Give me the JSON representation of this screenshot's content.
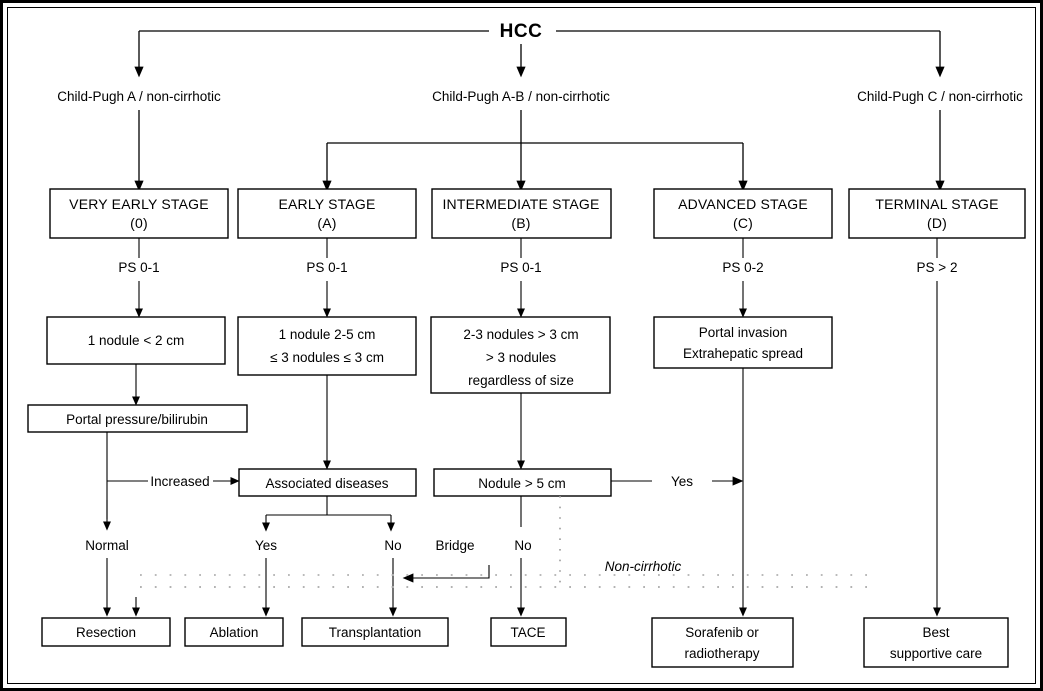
{
  "diagram": {
    "title": "HCC",
    "root_label": "HCC",
    "child_pugh": [
      {
        "id": "cp-a",
        "label": "Child-Pugh A / non-cirrhotic"
      },
      {
        "id": "cp-ab",
        "label": "Child-Pugh A-B / non-cirrhotic"
      },
      {
        "id": "cp-c",
        "label": "Child-Pugh C / non-cirrhotic"
      }
    ],
    "stages": [
      {
        "id": "stage-very-early",
        "name": "VERY EARLY STAGE",
        "code": "(0)",
        "ps": "PS 0-1"
      },
      {
        "id": "stage-early",
        "name": "EARLY STAGE",
        "code": "(A)",
        "ps": "PS 0-1"
      },
      {
        "id": "stage-intermediate",
        "name": "INTERMEDIATE STAGE",
        "code": "(B)",
        "ps": "PS 0-1"
      },
      {
        "id": "stage-advanced",
        "name": "ADVANCED STAGE",
        "code": "(C)",
        "ps": "PS 0-2"
      },
      {
        "id": "stage-terminal",
        "name": "TERMINAL STAGE",
        "code": "(D)",
        "ps": "PS > 2"
      }
    ],
    "tumor_boxes": [
      {
        "id": "tumor-very-early",
        "lines": [
          "1 nodule < 2 cm"
        ]
      },
      {
        "id": "tumor-early",
        "lines": [
          "1 nodule 2-5 cm",
          "≤ 3 nodules ≤ 3 cm"
        ]
      },
      {
        "id": "tumor-intermediate",
        "lines": [
          "2-3 nodules > 3 cm",
          "> 3 nodules",
          "regardless of size"
        ]
      },
      {
        "id": "tumor-advanced",
        "lines": [
          "Portal invasion",
          "Extrahepatic spread"
        ]
      }
    ],
    "decisions": [
      {
        "id": "decision-portal-pressure",
        "label": "Portal pressure/bilirubin"
      },
      {
        "id": "decision-associated-diseases",
        "label": "Associated diseases"
      },
      {
        "id": "decision-nodule-5cm",
        "label": "Nodule > 5 cm"
      }
    ],
    "edge_labels": [
      {
        "id": "label-increased",
        "text": "Increased"
      },
      {
        "id": "label-normal",
        "text": "Normal"
      },
      {
        "id": "label-yes-associated",
        "text": "Yes"
      },
      {
        "id": "label-no-associated",
        "text": "No"
      },
      {
        "id": "label-bridge",
        "text": "Bridge"
      },
      {
        "id": "label-no-nodule",
        "text": "No"
      },
      {
        "id": "label-yes-nodule",
        "text": "Yes"
      },
      {
        "id": "label-non-cirrhotic",
        "text": "Non-cirrhotic"
      }
    ],
    "treatments": [
      {
        "id": "treatment-resection",
        "lines": [
          "Resection"
        ]
      },
      {
        "id": "treatment-ablation",
        "lines": [
          "Ablation"
        ]
      },
      {
        "id": "treatment-transplantation",
        "lines": [
          "Transplantation"
        ]
      },
      {
        "id": "treatment-tace",
        "lines": [
          "TACE"
        ]
      },
      {
        "id": "treatment-sorafenib",
        "lines": [
          "Sorafenib or",
          "radiotherapy"
        ]
      },
      {
        "id": "treatment-best-supportive",
        "lines": [
          "Best",
          "supportive care"
        ]
      }
    ],
    "colors": {
      "line": "#000000",
      "box_fill": "#ffffff",
      "border": "#000000",
      "dotted": "#808080"
    }
  }
}
